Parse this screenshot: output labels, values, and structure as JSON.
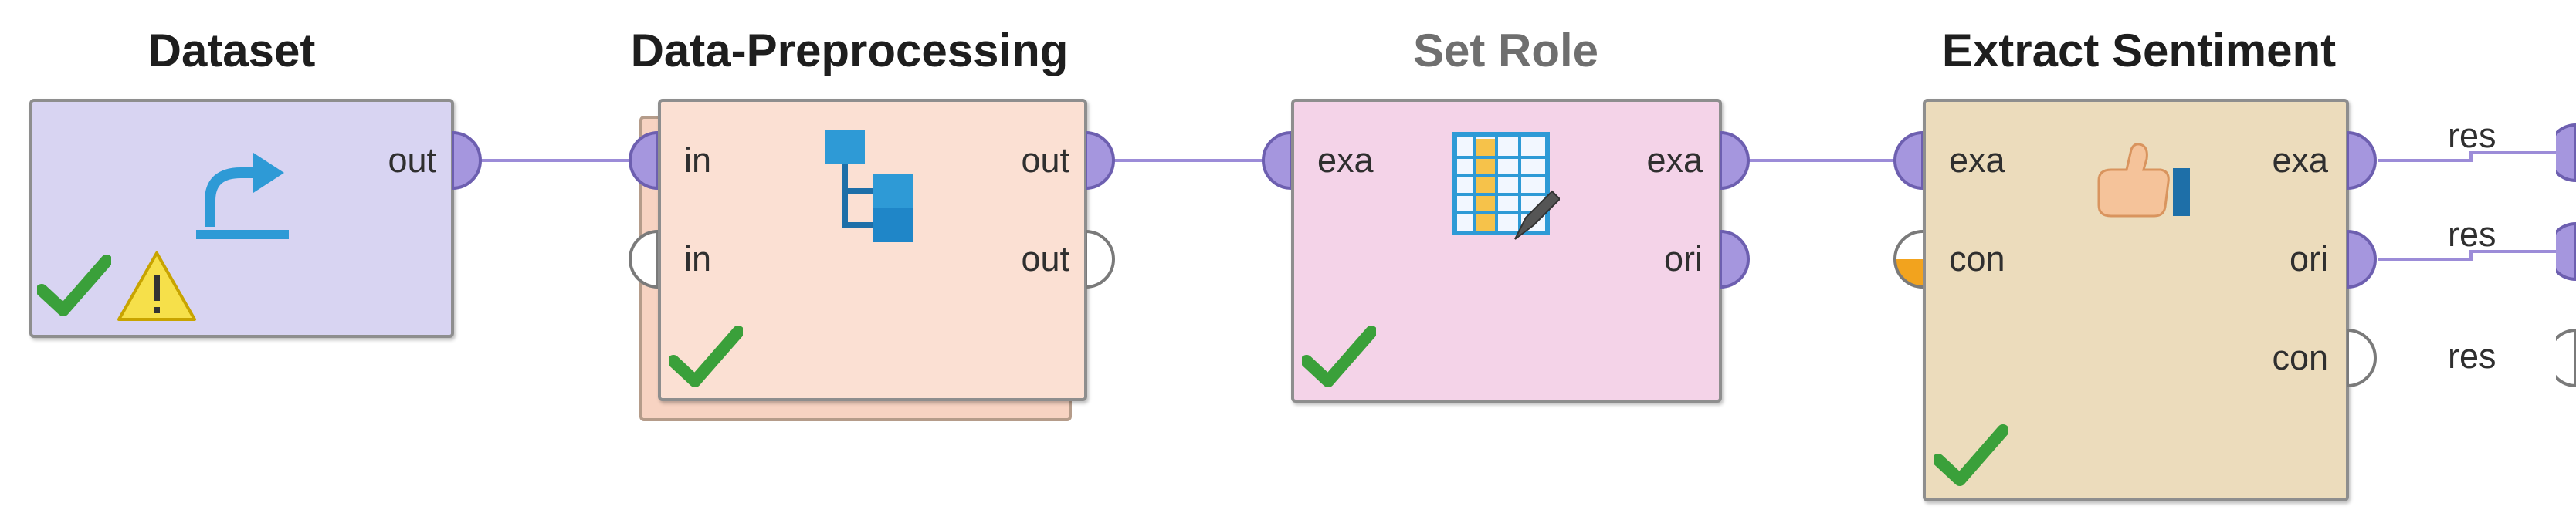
{
  "colors": {
    "connection": "#9c8cd8",
    "port_fill": "#a596de",
    "port_stroke": "#6d5fb0",
    "empty_port_stroke": "#7a7a7a",
    "partial_port": "#f2a31e",
    "check": "#3aa03a"
  },
  "operators": {
    "dataset": {
      "title": "Dataset",
      "color": "#d8d4f2",
      "ports_out": [
        "out"
      ],
      "icon": "retrieve-arrow-icon",
      "status": [
        "check-icon",
        "warning-icon"
      ]
    },
    "preprocessing": {
      "title": "Data-Preprocessing",
      "color": "#fbe0d3",
      "ports_in": [
        "in",
        "in"
      ],
      "ports_out": [
        "out",
        "out"
      ],
      "icon": "subprocess-tree-icon",
      "status": [
        "check-icon"
      ]
    },
    "setrole": {
      "title": "Set Role",
      "color": "#f4d3e8",
      "ports_in": [
        "exa"
      ],
      "ports_out": [
        "exa",
        "ori"
      ],
      "icon": "table-edit-icon",
      "status": [
        "check-icon"
      ]
    },
    "sentiment": {
      "title": "Extract Sentiment",
      "color": "#ecdcbc",
      "ports_in": [
        "exa",
        "con"
      ],
      "ports_out": [
        "exa",
        "ori",
        "con"
      ],
      "icon": "thumbs-up-icon",
      "status": [
        "check-icon"
      ]
    }
  },
  "results": [
    "res",
    "res",
    "res"
  ]
}
